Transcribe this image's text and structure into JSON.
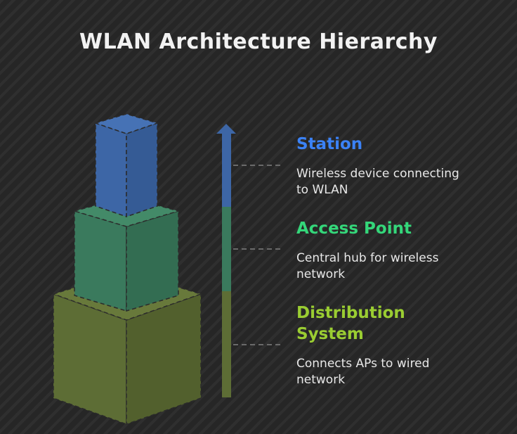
{
  "title": "WLAN Architecture Hierarchy",
  "colors": {
    "station": "#3b82f6",
    "access_point": "#34d77a",
    "distribution": "#9acd32"
  },
  "layers": [
    {
      "id": "station",
      "label": "Station",
      "description": "Wireless device connecting to WLAN"
    },
    {
      "id": "access_point",
      "label": "Access Point",
      "description": "Central hub for wireless network"
    },
    {
      "id": "distribution",
      "label": "Distribution System",
      "description": "Connects APs to wired network"
    }
  ]
}
